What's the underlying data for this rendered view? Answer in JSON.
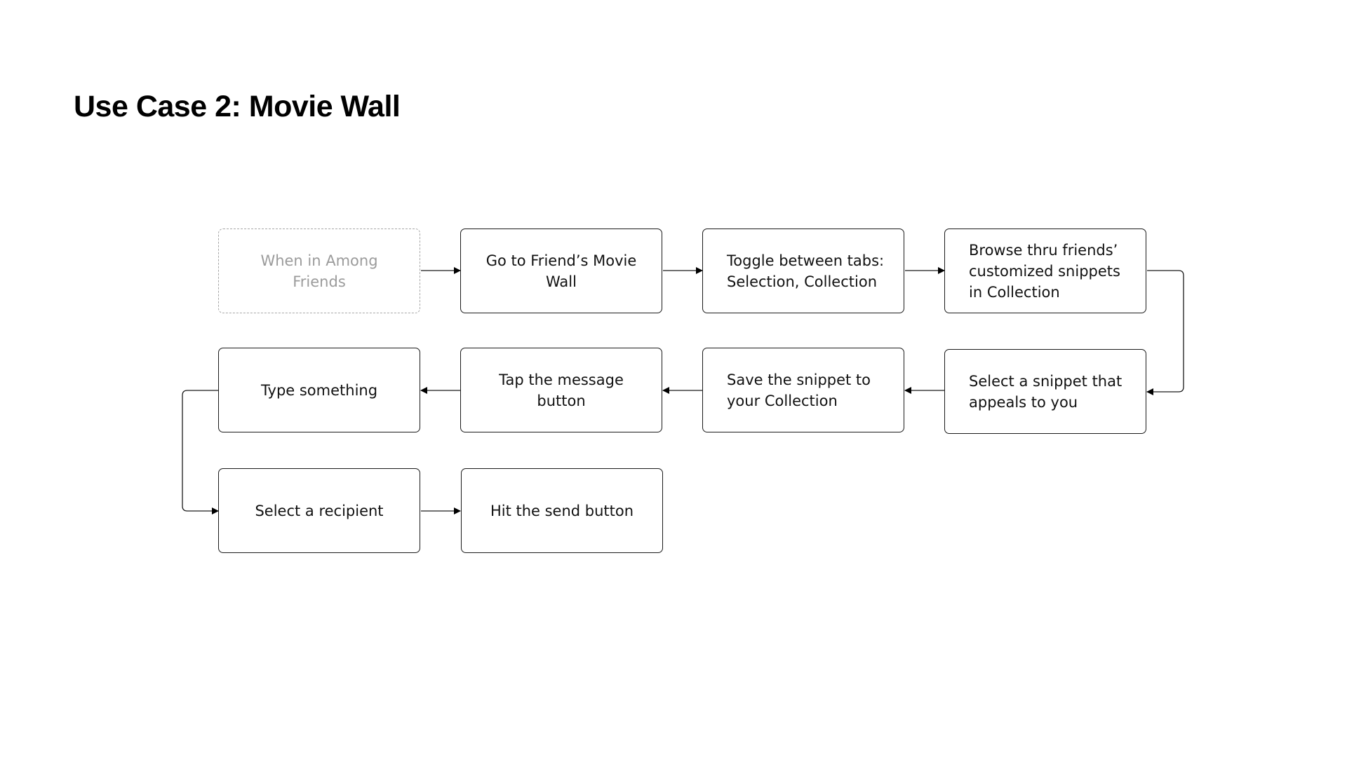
{
  "title": "Use Case 2: Movie Wall",
  "steps": [
    {
      "id": "start",
      "label": "When in Among Friends"
    },
    {
      "id": "go-to-wall",
      "label": "Go to Friend’s Movie Wall"
    },
    {
      "id": "toggle-tabs",
      "label": "Toggle between tabs:\nSelection, Collection"
    },
    {
      "id": "browse",
      "label": "Browse thru friends’\ncustomized snippets\nin Collection"
    },
    {
      "id": "select-snippet",
      "label": "Select a snippet that\nappeals to you"
    },
    {
      "id": "save-snippet",
      "label": "Save the snippet to\nyour Collection"
    },
    {
      "id": "tap-message",
      "label": "Tap the message button"
    },
    {
      "id": "type-something",
      "label": "Type something"
    },
    {
      "id": "select-recipient",
      "label": "Select a recipient"
    },
    {
      "id": "hit-send",
      "label": "Hit the send button"
    }
  ],
  "colors": {
    "stroke": "#1a1a1a",
    "dashed_stroke": "#a6a6a6",
    "muted_text": "#9b9b9b"
  }
}
